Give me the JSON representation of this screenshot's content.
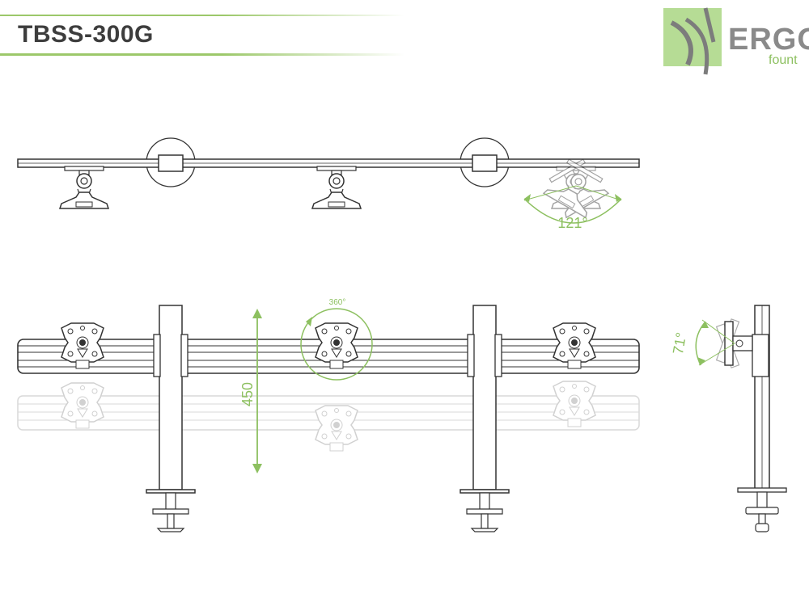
{
  "header": {
    "model": "TBSS-300G"
  },
  "logo": {
    "brand": "ERGO",
    "sub": "fount"
  },
  "dimensions": {
    "tilt_top": "121°",
    "rotation": "360°",
    "height": "450",
    "tilt_side": "71°"
  },
  "colors": {
    "accent": "#8dc060",
    "line": "#333333",
    "ghost": "#cfcfcf",
    "brand_gray": "#8a8a8a"
  }
}
